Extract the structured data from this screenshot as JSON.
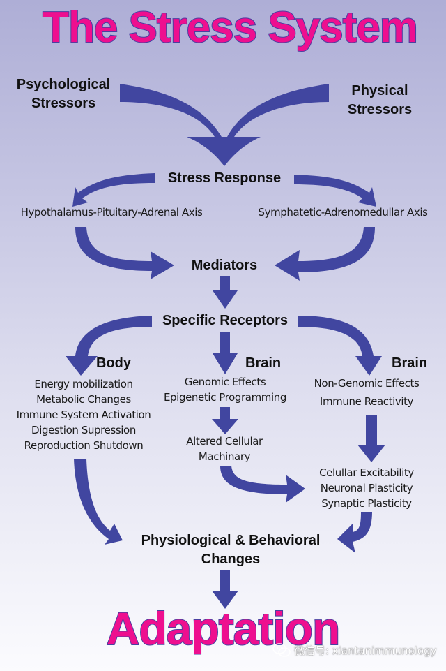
{
  "title": "The Stress System",
  "stressors": {
    "psychological": [
      "Psychological",
      "Stressors"
    ],
    "physical": [
      "Physical",
      "Stressors"
    ]
  },
  "stress_response": "Stress Response",
  "axes": {
    "left": "Hypothalamus-Pituitary-Adrenal Axis",
    "right": "Symphatetic-Adrenomedullar Axis"
  },
  "mediators": "Mediators",
  "specific_receptors": "Specific Receptors",
  "branches": {
    "body": {
      "label": "Body",
      "effects": [
        "Energy mobilization",
        "Metabolic Changes",
        "Immune System Activation",
        "Digestion Supression",
        "Reproduction Shutdown"
      ]
    },
    "brain_genomic": {
      "label": "Brain",
      "effects": [
        "Genomic Effects",
        "Epigenetic Programming"
      ],
      "next": [
        "Altered Cellular",
        "Machinary"
      ]
    },
    "brain_nongenomic": {
      "label": "Brain",
      "effects": [
        "Non-Genomic Effects",
        "Immune Reactivity"
      ]
    }
  },
  "plasticity": [
    "Celullar Excitability",
    "Neuronal Plasticity",
    "Synaptic Plasticity"
  ],
  "changes": [
    "Physiological & Behavioral",
    "Changes"
  ],
  "adaptation": "Adaptation",
  "watermark": "微信号: xiantanimmunology",
  "colors": {
    "arrow": "#4146a0",
    "title": "#ee0f8f",
    "title_outline": "#4b3fa0"
  }
}
